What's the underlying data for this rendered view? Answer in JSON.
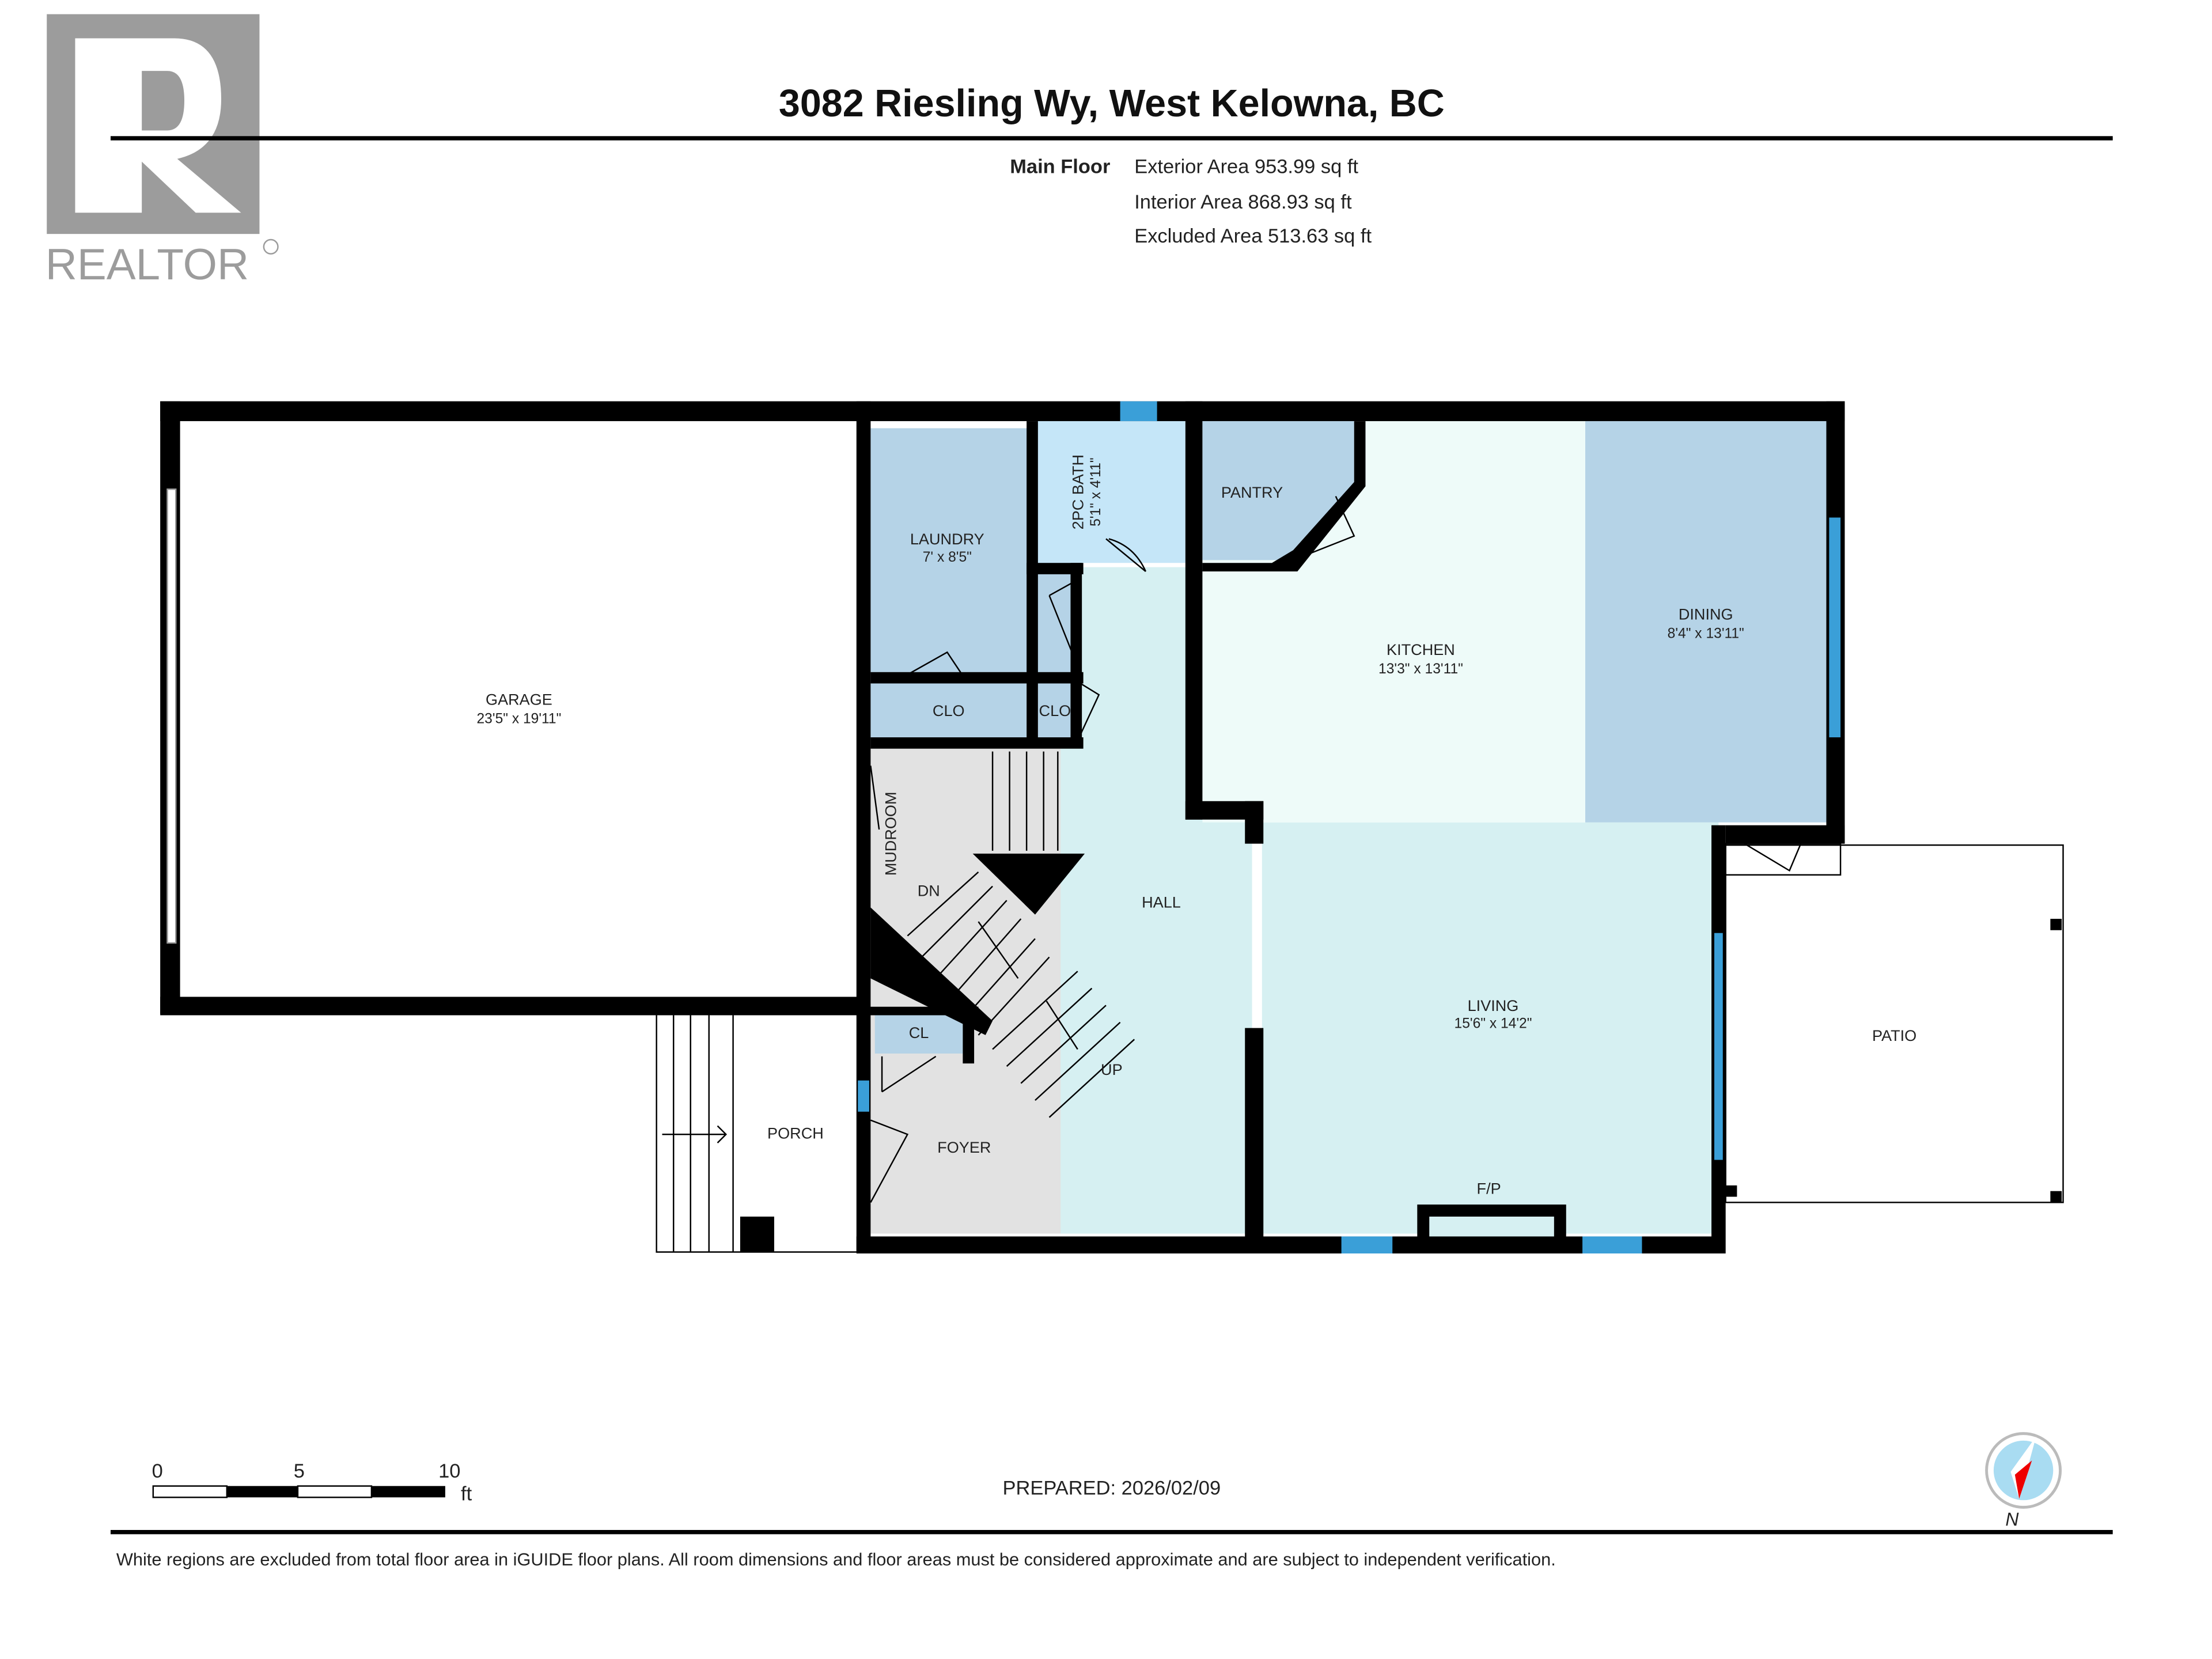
{
  "logo": {
    "text": "REALTOR",
    "mark": "R"
  },
  "header": {
    "title": "3082 Riesling Wy, West Kelowna, BC",
    "floor_label": "Main Floor",
    "areas": [
      "Exterior Area 953.99 sq ft",
      "Interior Area 868.93 sq ft",
      "Excluded Area 513.63 sq ft"
    ]
  },
  "rooms": {
    "garage": {
      "name": "GARAGE",
      "dims": "23'5\" x 19'11\""
    },
    "laundry": {
      "name": "LAUNDRY",
      "dims": "7' x 8'5\""
    },
    "bath": {
      "name": "2PC BATH",
      "dims": "5'1\" x 4'11\""
    },
    "pantry": {
      "name": "PANTRY"
    },
    "kitchen": {
      "name": "KITCHEN",
      "dims": "13'3\" x 13'11\""
    },
    "dining": {
      "name": "DINING",
      "dims": "8'4\" x 13'11\""
    },
    "clo1": {
      "name": "CLO"
    },
    "clo2": {
      "name": "CLO"
    },
    "mudroom": {
      "name": "MUDROOM"
    },
    "dn": {
      "name": "DN"
    },
    "up": {
      "name": "UP"
    },
    "hall": {
      "name": "HALL"
    },
    "living": {
      "name": "LIVING",
      "dims": "15'6\" x 14'2\""
    },
    "fp": {
      "name": "F/P"
    },
    "patio": {
      "name": "PATIO"
    },
    "cl": {
      "name": "CL"
    },
    "foyer": {
      "name": "FOYER"
    },
    "porch": {
      "name": "PORCH"
    }
  },
  "colors": {
    "room_blue": "#b5d3e7",
    "bath_blue": "#c5e6f8",
    "kitchen": "#eefbf9",
    "hall_living": "#d6f0f2",
    "foyer_grey": "#e2e2e2",
    "window": "#3a9fd8"
  },
  "scale_bar": {
    "ticks": [
      "0",
      "5",
      "10"
    ],
    "unit": "ft"
  },
  "prepared": "PREPARED: 2026/02/09",
  "compass": {
    "label": "N"
  },
  "footer": {
    "disclaimer": "White regions are excluded from total floor area in iGUIDE floor plans. All room dimensions and floor areas must be considered approximate and are subject to independent verification."
  }
}
